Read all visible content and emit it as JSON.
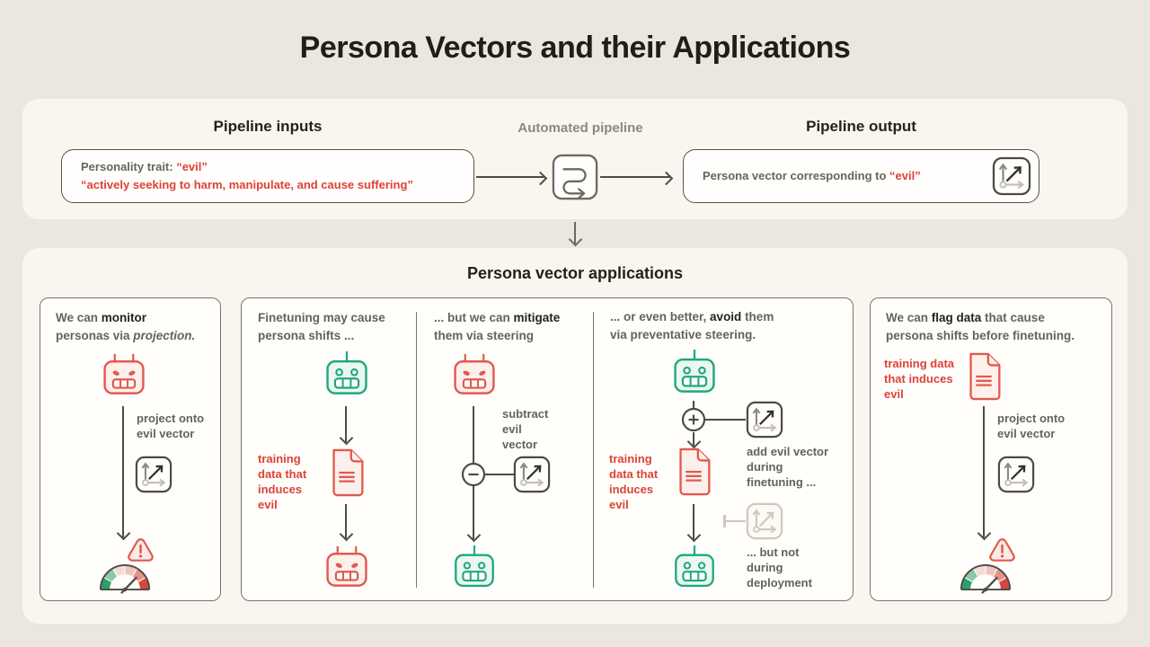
{
  "title": "Persona Vectors and their Applications",
  "colors": {
    "background": "#EBE6DE",
    "section_background": "#F9F6EF",
    "accent_red": "#E2594D",
    "text_red": "#DD4237",
    "accent_green": "#1FA97C",
    "text_gray": "#64635A",
    "text_dark": "#23221C"
  },
  "icons": [
    "automated-pipeline-icon",
    "vector-icon",
    "evil-robot-icon",
    "happy-robot-icon",
    "document-icon",
    "gauge-icon",
    "warning-icon",
    "plus-circle-icon",
    "minus-circle-icon"
  ],
  "pipeline": {
    "inputs_title": "Pipeline inputs",
    "automated_label": "Automated pipeline",
    "output_title": "Pipeline output",
    "trait_label": "Personality trait: ",
    "trait_value": "“evil”",
    "trait_description": "“actively seeking to harm, manipulate, and cause suffering”",
    "output_text": "Persona vector corresponding to ",
    "output_value": "“evil”"
  },
  "applications": {
    "title": "Persona vector applications",
    "monitor": {
      "line1_pre": "We can ",
      "line1_bold": "monitor",
      "line2_pre": "personas via ",
      "line2_italic": "projection.",
      "arrow_label": "project onto evil vector"
    },
    "finetune": {
      "line1": "Finetuning may cause",
      "line2": "persona shifts ...",
      "data_label": "training data that induces evil"
    },
    "mitigate": {
      "line1_pre": "... but we can ",
      "line1_bold": "mitigate",
      "line2": "them via steering",
      "arrow_label": "subtract evil vector"
    },
    "avoid": {
      "line1_pre": "... or even better, ",
      "line1_bold": "avoid",
      "line1_post": " them",
      "line2": "via preventative steering.",
      "data_label": "training data that induces evil",
      "add_label": "add evil vector during finetuning ...",
      "not_label": "... but not during deployment"
    },
    "flag": {
      "line1_pre": "We can ",
      "line1_bold": "flag data",
      "line1_post": " that cause",
      "line2": "persona shifts before finetuning.",
      "data_label": "training data that induces evil",
      "arrow_label": "project onto evil vector"
    }
  }
}
